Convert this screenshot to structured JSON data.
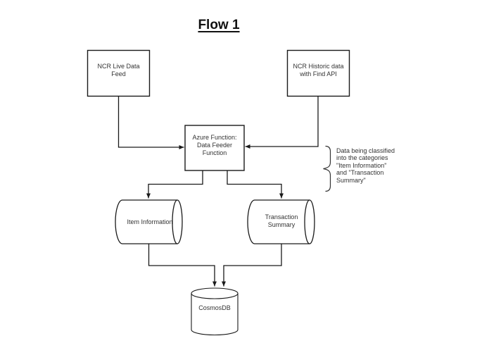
{
  "title": "Flow 1",
  "nodes": {
    "ncr_live": {
      "type": "process-box",
      "lines": [
        "NCR Live Data",
        "Feed"
      ]
    },
    "ncr_historic": {
      "type": "process-box",
      "lines": [
        "NCR Historic data",
        "with Find API"
      ]
    },
    "azure_function": {
      "type": "process-box",
      "lines": [
        "Azure Function:",
        "Data Feeder",
        "Function"
      ]
    },
    "item_information": {
      "type": "stored-data",
      "lines": [
        "Item Information"
      ]
    },
    "transaction_summary": {
      "type": "stored-data",
      "lines": [
        "Transaction",
        "Summary"
      ]
    },
    "cosmosdb": {
      "type": "database-cylinder",
      "lines": [
        "CosmosDB"
      ]
    }
  },
  "annotation": {
    "lines": [
      "Data being classified",
      "into the categories",
      "\"Item Information\"",
      "and \"Transaction",
      "Summary\""
    ]
  },
  "edges": [
    {
      "from": "ncr_live",
      "to": "azure_function"
    },
    {
      "from": "ncr_historic",
      "to": "azure_function"
    },
    {
      "from": "azure_function",
      "to": "item_information"
    },
    {
      "from": "azure_function",
      "to": "transaction_summary"
    },
    {
      "from": "item_information",
      "to": "cosmosdb"
    },
    {
      "from": "transaction_summary",
      "to": "cosmosdb"
    }
  ],
  "colors": {
    "stroke": "#1a1a1a",
    "text": "#333333",
    "background": "#ffffff"
  }
}
